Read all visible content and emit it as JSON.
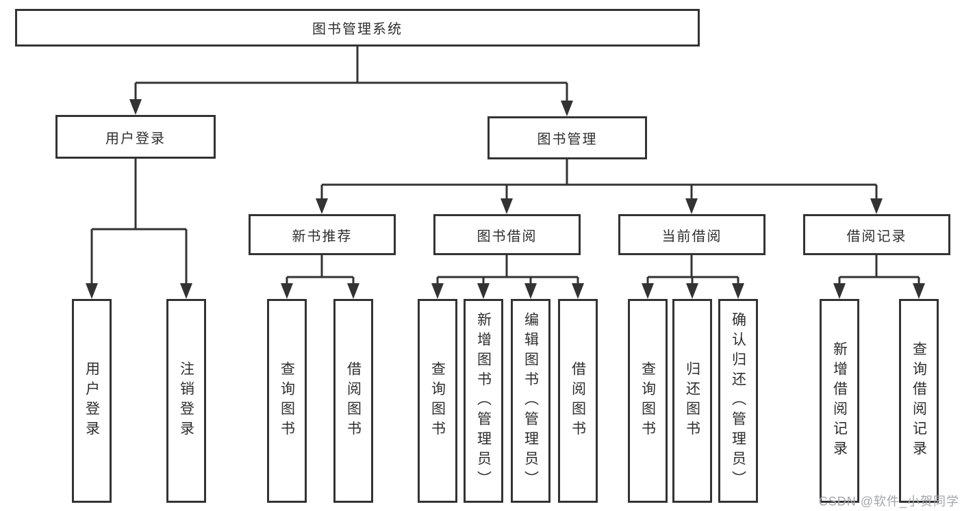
{
  "tree": {
    "label": "图书管理系统",
    "children": [
      {
        "label": "用户登录",
        "children": [
          {
            "label": "用户登录"
          },
          {
            "label": "注销登录"
          }
        ]
      },
      {
        "label": "图书管理",
        "children": [
          {
            "label": "新书推荐",
            "children": [
              {
                "label": "查询图书"
              },
              {
                "label": "借阅图书"
              }
            ]
          },
          {
            "label": "图书借阅",
            "children": [
              {
                "label": "查询图书"
              },
              {
                "label": "新增图书（管理员）"
              },
              {
                "label": "编辑图书（管理员）"
              },
              {
                "label": "借阅图书"
              }
            ]
          },
          {
            "label": "当前借阅",
            "children": [
              {
                "label": "查询图书"
              },
              {
                "label": "归还图书"
              },
              {
                "label": "确认归还（管理员）"
              }
            ]
          },
          {
            "label": "借阅记录",
            "children": [
              {
                "label": "新增借阅记录"
              },
              {
                "label": "查询借阅记录"
              }
            ]
          }
        ]
      }
    ]
  },
  "watermark": {
    "text": "CSDN @软件_小贺同学"
  },
  "colors": {
    "line": "#333333",
    "box_border": "#333333",
    "text": "#2e2e2e",
    "watermark": "#a2a6ab",
    "background": "#ffffff"
  }
}
